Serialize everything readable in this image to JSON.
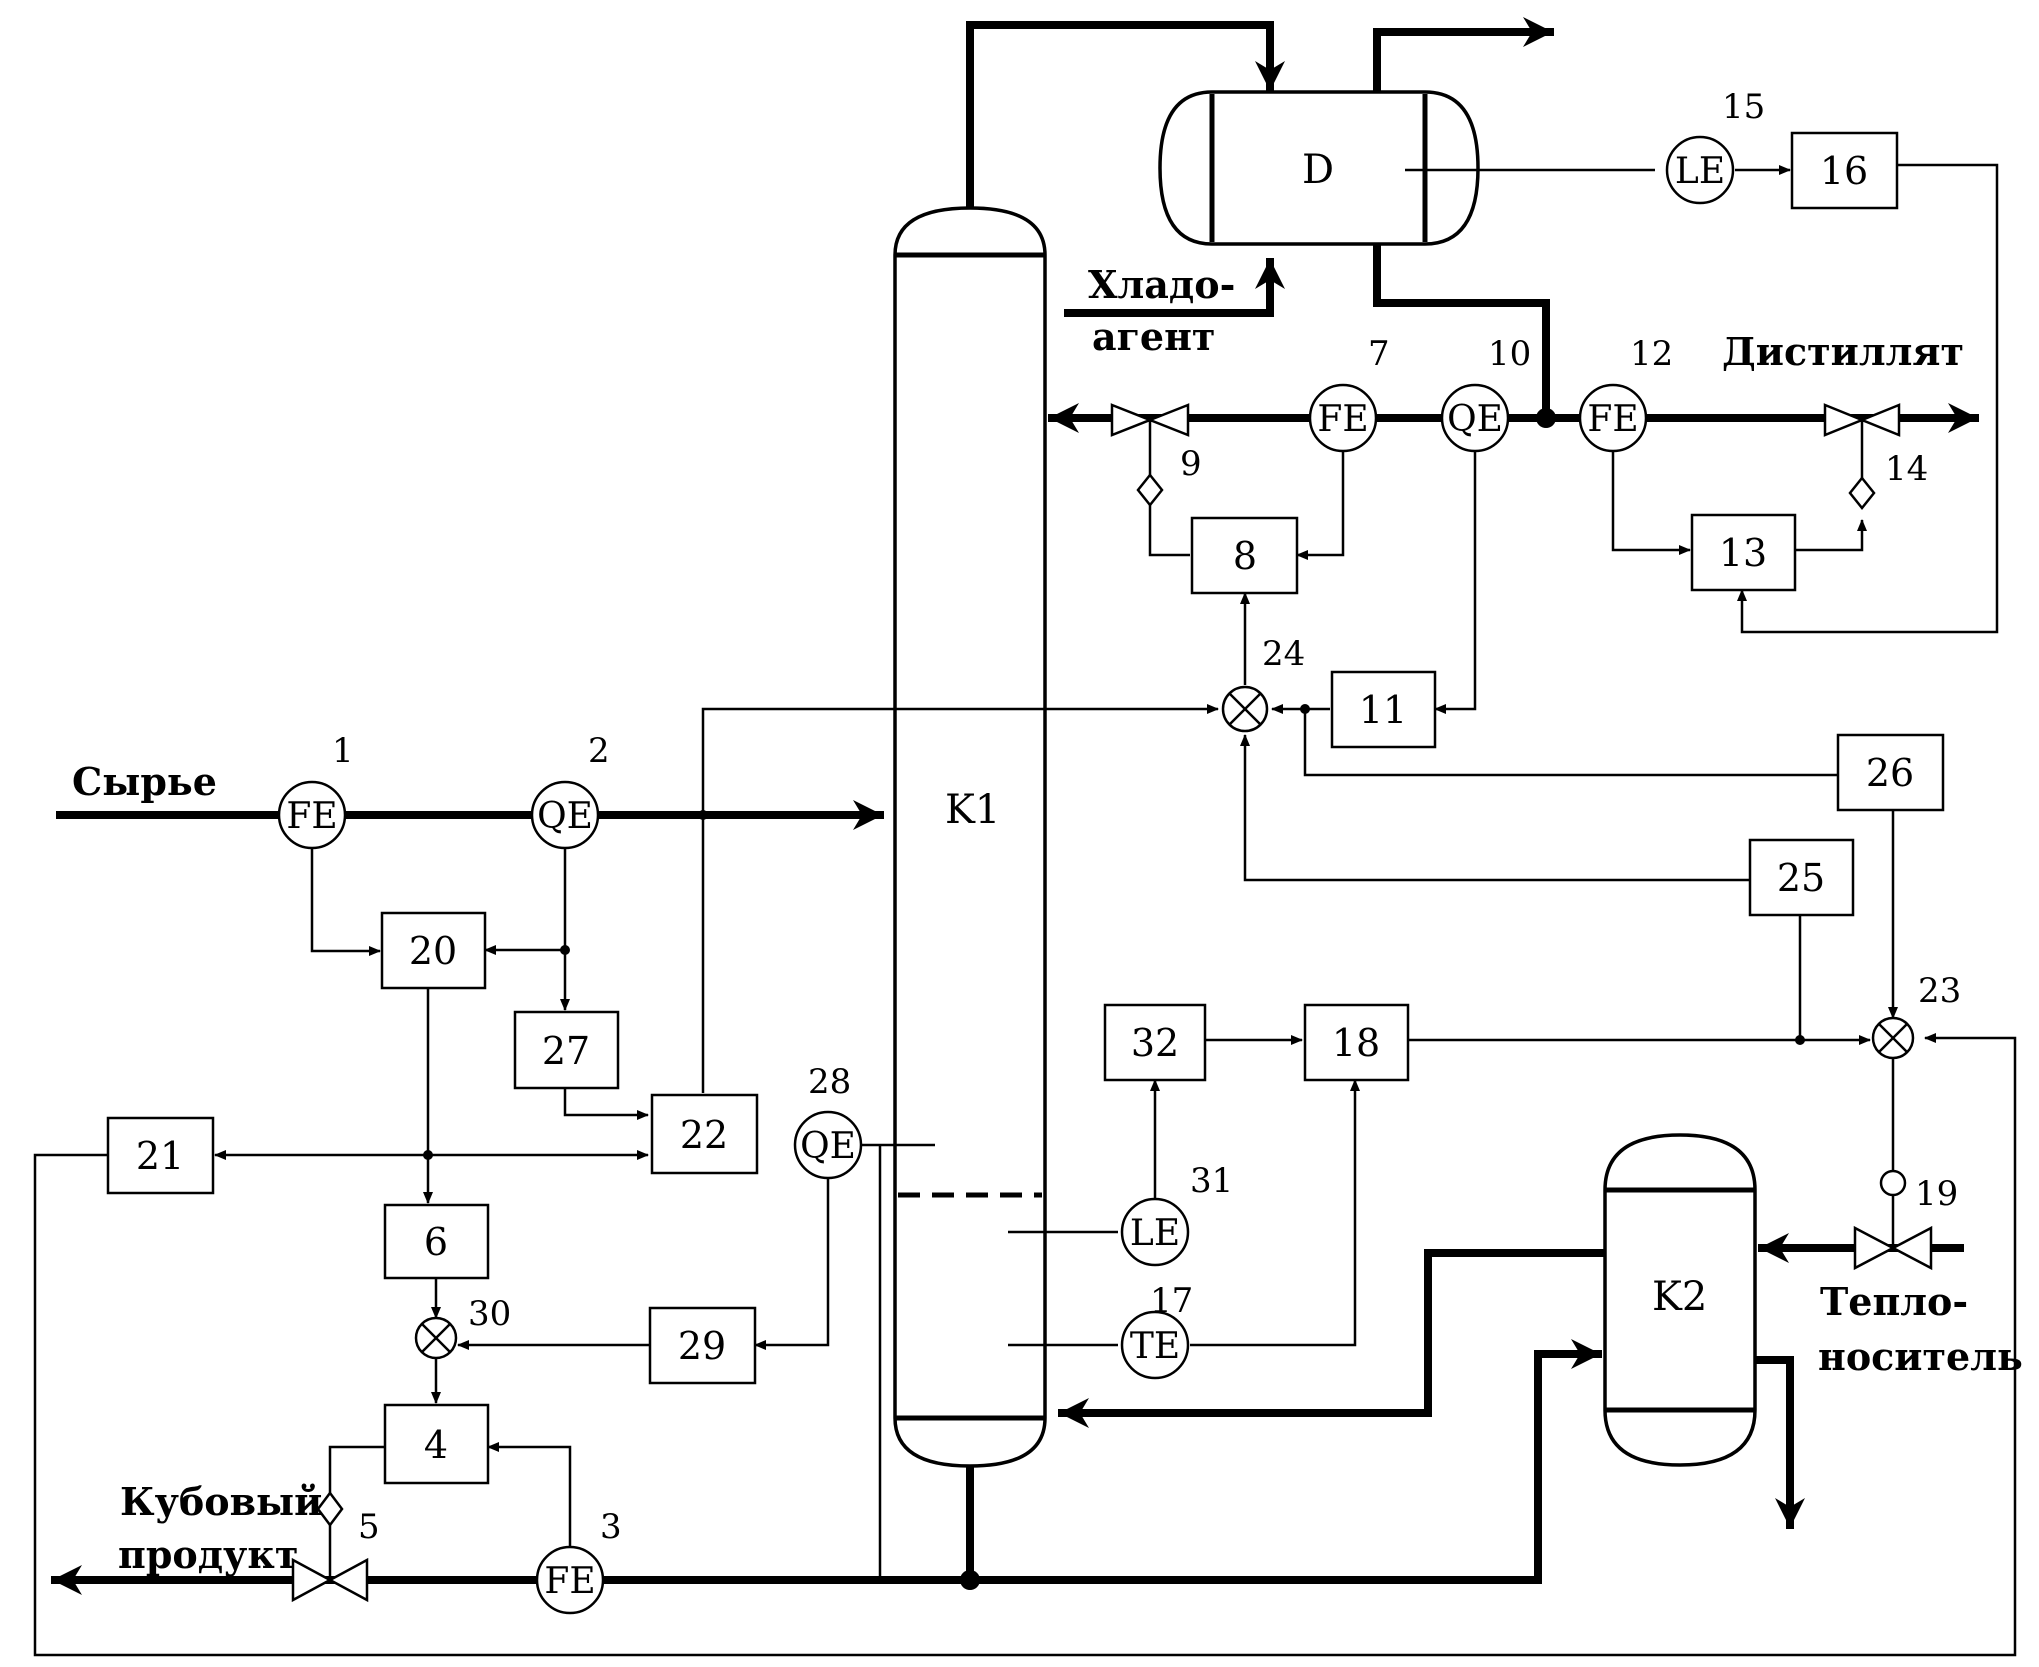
{
  "vessels": {
    "column": "K1",
    "drum": "D",
    "reboiler": "K2"
  },
  "streams": {
    "feed": "Сырье",
    "coolant_line1": "Хладо-",
    "coolant_line2": "агент",
    "distillate": "Дистиллят",
    "heating_line1": "Тепло-",
    "heating_line2": "носитель",
    "bottoms_line1": "Кубовый",
    "bottoms_line2": "продукт"
  },
  "sensors": [
    {
      "id": "1",
      "type": "FE"
    },
    {
      "id": "2",
      "type": "QE"
    },
    {
      "id": "3",
      "type": "FE"
    },
    {
      "id": "7",
      "type": "FE"
    },
    {
      "id": "10",
      "type": "QE"
    },
    {
      "id": "12",
      "type": "FE"
    },
    {
      "id": "15",
      "type": "LE"
    },
    {
      "id": "17",
      "type": "TE"
    },
    {
      "id": "28",
      "type": "QE"
    },
    {
      "id": "31",
      "type": "LE"
    }
  ],
  "blocks": [
    "4",
    "6",
    "8",
    "11",
    "13",
    "16",
    "18",
    "20",
    "21",
    "22",
    "25",
    "26",
    "27",
    "29",
    "32"
  ],
  "summators": [
    "23",
    "24",
    "30"
  ],
  "valves": [
    "5",
    "9",
    "14",
    "19"
  ]
}
